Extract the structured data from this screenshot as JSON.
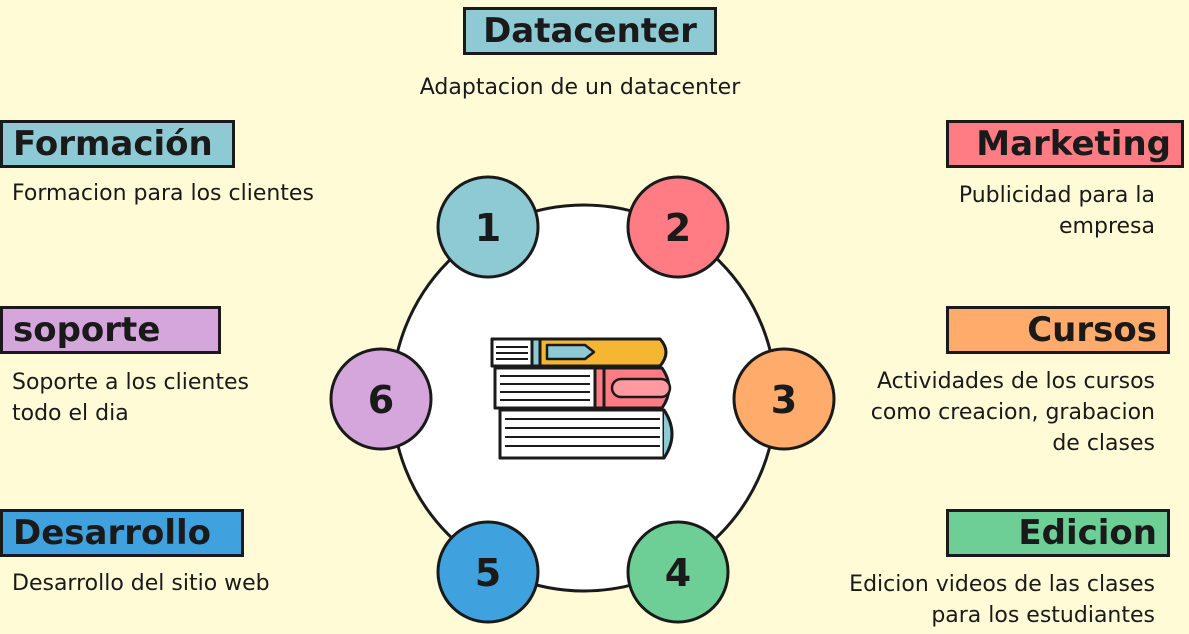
{
  "colors": {
    "background": "#fffbd6",
    "teal": "#8ecad4",
    "red": "#ff7c84",
    "orange": "#ffab6c",
    "green": "#6dcf96",
    "blue": "#3fa2de",
    "purple": "#d5a6dc",
    "outline": "#1a1a1a"
  },
  "center_icon": "books-stack-icon",
  "sections": {
    "datacenter": {
      "title": "Datacenter",
      "description": "Adaptacion de un datacenter"
    },
    "formacion": {
      "number": "1",
      "title": "Formación",
      "description": "Formacion para los clientes"
    },
    "marketing": {
      "number": "2",
      "title": "Marketing",
      "description": "Publicidad para la\nempresa"
    },
    "cursos": {
      "number": "3",
      "title": "Cursos",
      "description": "Actividades de los cursos\ncomo creacion, grabacion\nde clases"
    },
    "edicion": {
      "number": "4",
      "title": "Edicion",
      "description": "Edicion videos de las clases\npara los estudiantes"
    },
    "desarrollo": {
      "number": "5",
      "title": "Desarrollo",
      "description": "Desarrollo del sitio web"
    },
    "soporte": {
      "number": "6",
      "title": "soporte",
      "description": "Soporte a los clientes\ntodo el dia"
    }
  }
}
